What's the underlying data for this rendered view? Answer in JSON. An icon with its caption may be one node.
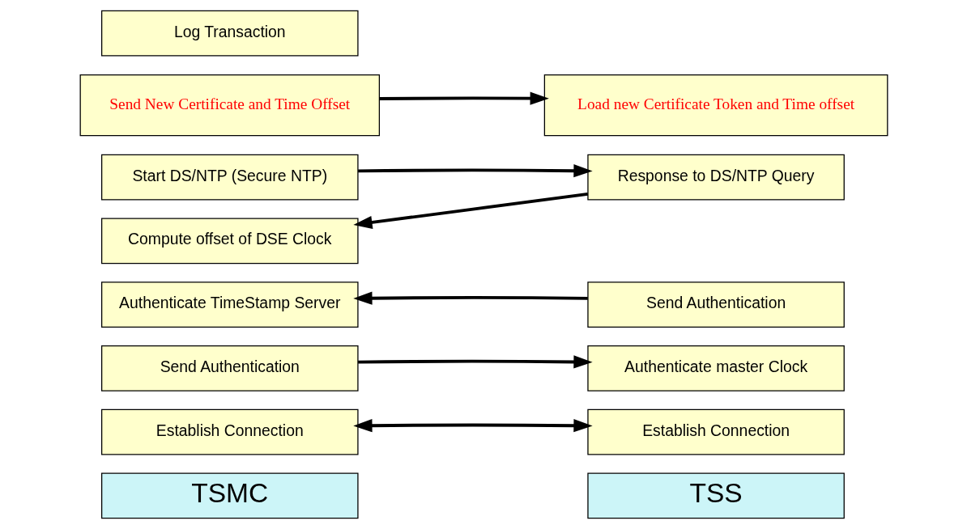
{
  "diagram": {
    "nodes": [
      {
        "text": [
          "TSMC"
        ]
      },
      {
        "text": [
          "TSS"
        ]
      },
      {
        "text": [
          "Establish Connection"
        ]
      },
      {
        "text": [
          "Establish Connection"
        ]
      },
      {
        "text": [
          "Send Authentication"
        ]
      },
      {
        "text": [
          "Authenticate master Clock"
        ]
      },
      {
        "text": [
          "Authenticate TimeStamp Server"
        ]
      },
      {
        "text": [
          "Send Authentication"
        ]
      },
      {
        "text": [
          "Start DS/NTP (Secure NTP)"
        ]
      },
      {
        "text": [
          "Response to DS/NTP Query"
        ]
      },
      {
        "text": [
          "Compute offset of DSE Clock"
        ]
      },
      {
        "text": [
          "Send New Certificate and Time Offset"
        ]
      },
      {
        "text": [
          "Load new Certificate Token and Time offset"
        ]
      },
      {
        "text": [
          "Log Transaction"
        ]
      }
    ],
    "edges": [
      {
        "from": 2,
        "to": 3,
        "arrow": "both"
      },
      {
        "from": 4,
        "to": 5,
        "arrow": "to"
      },
      {
        "from": 7,
        "to": 6,
        "arrow": "to"
      },
      {
        "from": 8,
        "to": 9,
        "arrow": "to"
      },
      {
        "from": 9,
        "to": 10,
        "arrow": "to"
      },
      {
        "from": 11,
        "to": 12,
        "arrow": "to"
      }
    ]
  }
}
